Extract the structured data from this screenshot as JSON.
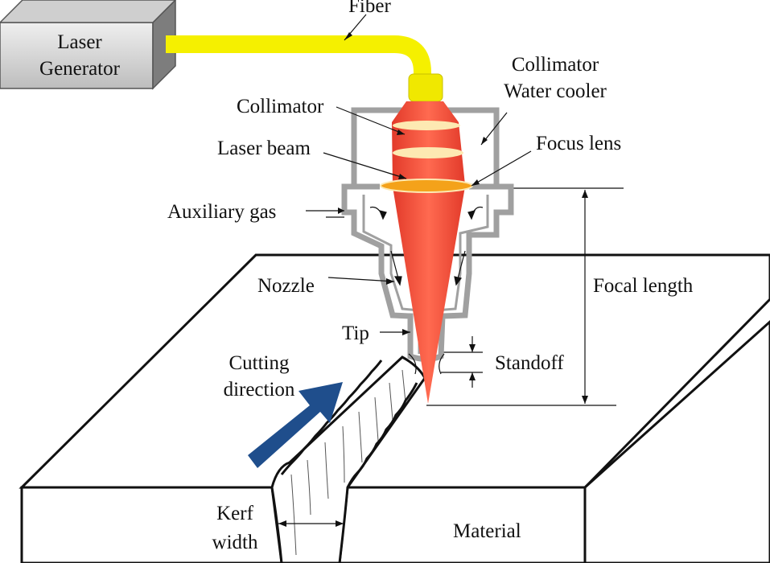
{
  "labels": {
    "fiber": "Fiber",
    "laser_generator_line1": "Laser",
    "laser_generator_line2": "Generator",
    "collimator_water_cooler_line1": "Collimator",
    "collimator_water_cooler_line2": "Water cooler",
    "collimator": "Collimator",
    "laser_beam": "Laser beam",
    "focus_lens": "Focus lens",
    "auxiliary_gas": "Auxiliary gas",
    "nozzle": "Nozzle",
    "focal_length": "Focal length",
    "tip": "Tip",
    "standoff": "Standoff",
    "cutting_direction_line1": "Cutting",
    "cutting_direction_line2": "direction",
    "kerf_width_line1": "Kerf",
    "kerf_width_line2": "width",
    "material": "Material"
  },
  "colors": {
    "fiber": "#f5f000",
    "fiber_connector": "#f0e800",
    "beam": "#ee4030",
    "lens_band": "#fde9b2",
    "focus_lens": "#f4a21a",
    "nozzle_outline": "#a0a0a0",
    "arrow": "#1f4e8c",
    "generator_box": "#d9d9d9"
  }
}
